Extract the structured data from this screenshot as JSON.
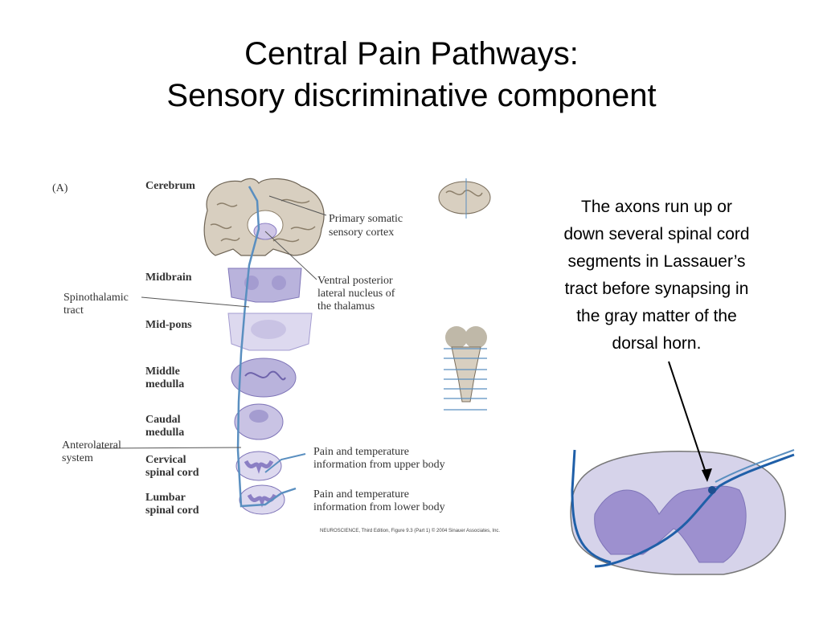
{
  "title": {
    "line1": "Central Pain Pathways:",
    "line2": "Sensory discriminative component"
  },
  "figure": {
    "panel_label": "(A)",
    "levels": {
      "cerebrum": "Cerebrum",
      "midbrain": "Midbrain",
      "midpons": "Mid-pons",
      "middle_medulla_1": "Middle",
      "middle_medulla_2": "medulla",
      "caudal_medulla_1": "Caudal",
      "caudal_medulla_2": "medulla",
      "cervical_1": "Cervical",
      "cervical_2": "spinal cord",
      "lumbar_1": "Lumbar",
      "lumbar_2": "spinal cord"
    },
    "annotations": {
      "primary_1": "Primary somatic",
      "primary_2": "sensory cortex",
      "vpl_1": "Ventral posterior",
      "vpl_2": "lateral nucleus of",
      "vpl_3": "the thalamus",
      "spinothalamic_1": "Spinothalamic",
      "spinothalamic_2": "tract",
      "anterolateral_1": "Anterolateral",
      "anterolateral_2": "system",
      "upper_1": "Pain and temperature",
      "upper_2": "information from upper body",
      "lower_1": "Pain and temperature",
      "lower_2": "information from lower body"
    },
    "credit": "NEUROSCIENCE, Third Edition, Figure 9.3 (Part 1)  © 2004 Sinauer Associates, Inc."
  },
  "callout": {
    "lines": [
      "The axons run up or",
      "down several spinal cord",
      "segments in Lassauer’s",
      "tract before synapsing in",
      "the gray matter of the",
      "dorsal horn."
    ]
  },
  "colors": {
    "tissue": "#b9b3dc",
    "tissue_dark": "#8b7fc4",
    "pathway": "#5a8fc0",
    "brain_gray": "#d8cfc0"
  }
}
